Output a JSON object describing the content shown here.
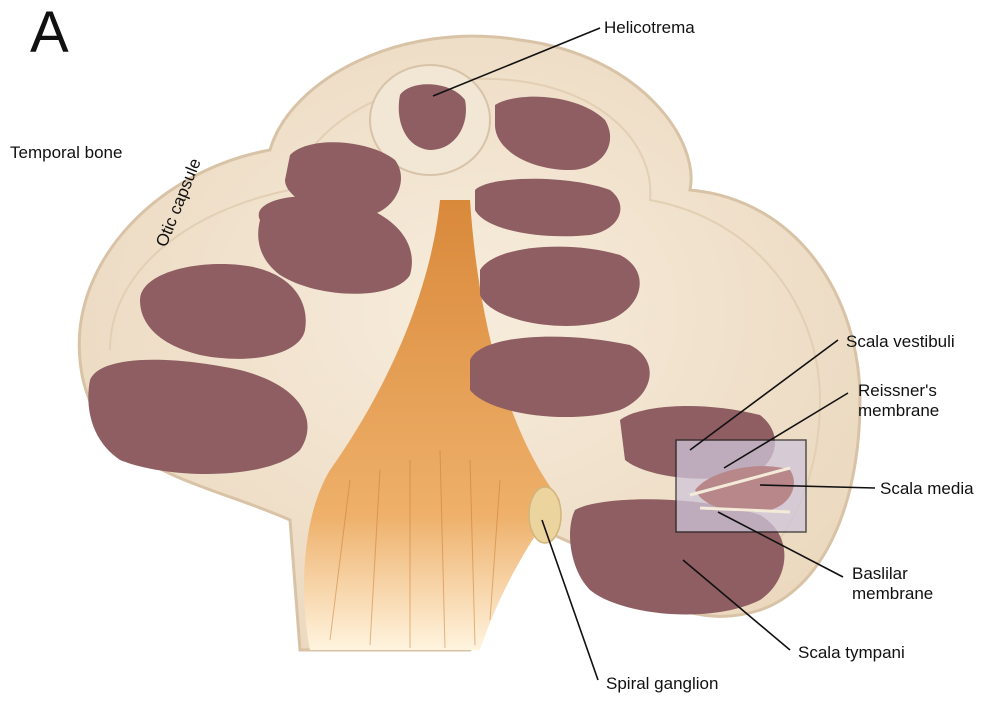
{
  "figure": {
    "panel_label": "A",
    "labels": {
      "helicotrema": "Helicotrema",
      "temporal_bone": "Temporal bone",
      "otic_capsule": "Otic capsule",
      "scala_vestibuli": "Scala vestibuli",
      "reissners_line1": "Reissner's",
      "reissners_line2": "membrane",
      "scala_media": "Scala media",
      "basilar_line1": "Baslilar",
      "basilar_line2": "membrane",
      "scala_tympani": "Scala tympani",
      "spiral_ganglion": "Spiral ganglion"
    },
    "colors": {
      "bone": "#f1e3cf",
      "bone_edge": "#d9c3a6",
      "chamber": "#8e5e62",
      "chamber_light": "#b7878a",
      "nerve": "#e7a55a",
      "inset_fill": "#cfc6da"
    }
  }
}
